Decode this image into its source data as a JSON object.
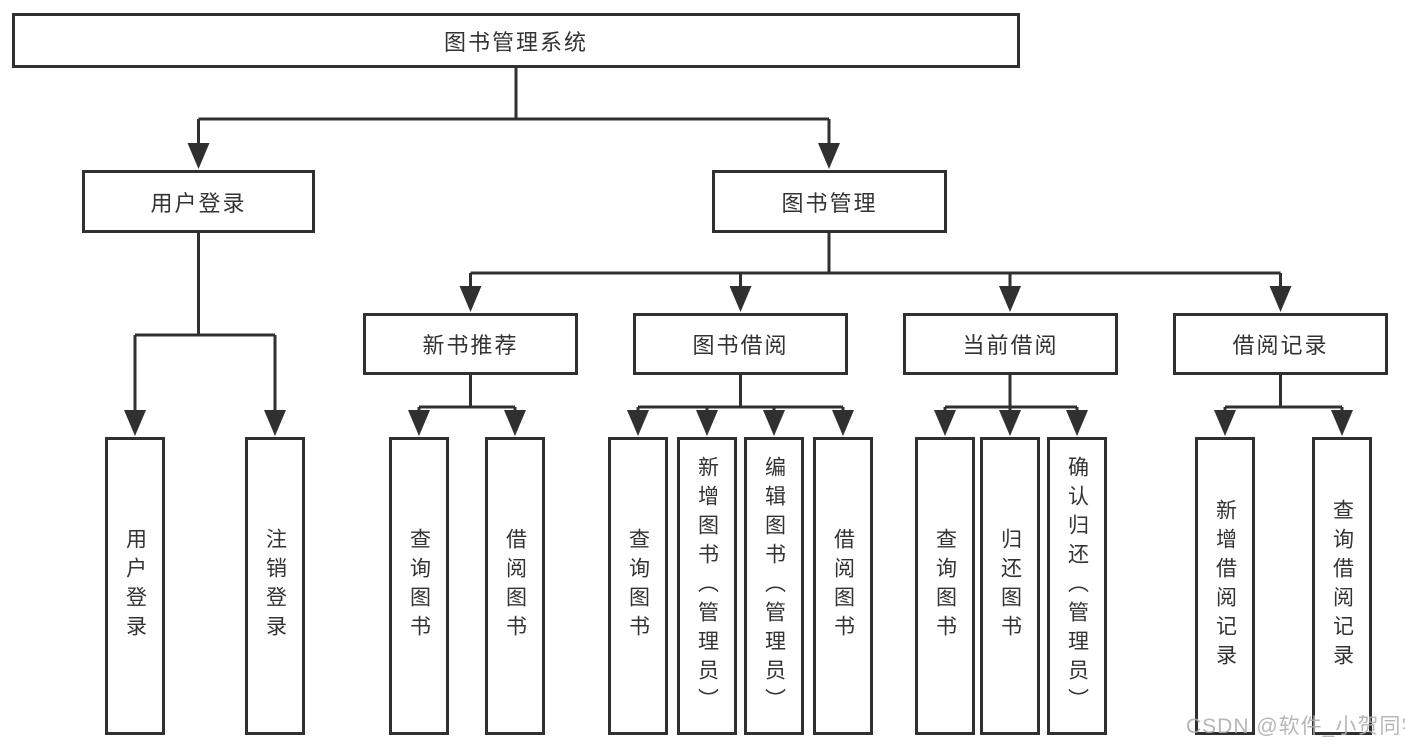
{
  "colors": {
    "line": "#303030",
    "box_border": "#303030",
    "text": "#333333",
    "background": "#ffffff",
    "watermark": "#b0b0b0"
  },
  "watermark": {
    "text": "CSDN @软件_小贺同学"
  },
  "tree": {
    "root": {
      "label": "图书管理系统"
    },
    "children": [
      {
        "label": "用户登录",
        "children": [
          {
            "label": "用户登录"
          },
          {
            "label": "注销登录"
          }
        ]
      },
      {
        "label": "图书管理",
        "children": [
          {
            "label": "新书推荐",
            "children": [
              {
                "label": "查询图书"
              },
              {
                "label": "借阅图书"
              }
            ]
          },
          {
            "label": "图书借阅",
            "children": [
              {
                "label": "查询图书"
              },
              {
                "label": "新增图书（管理员）"
              },
              {
                "label": "编辑图书（管理员）"
              },
              {
                "label": "借阅图书"
              }
            ]
          },
          {
            "label": "当前借阅",
            "children": [
              {
                "label": "查询图书"
              },
              {
                "label": "归还图书"
              },
              {
                "label": "确认归还（管理员）"
              }
            ]
          },
          {
            "label": "借阅记录",
            "children": [
              {
                "label": "新增借阅记录"
              },
              {
                "label": "查询借阅记录"
              }
            ]
          }
        ]
      }
    ]
  }
}
